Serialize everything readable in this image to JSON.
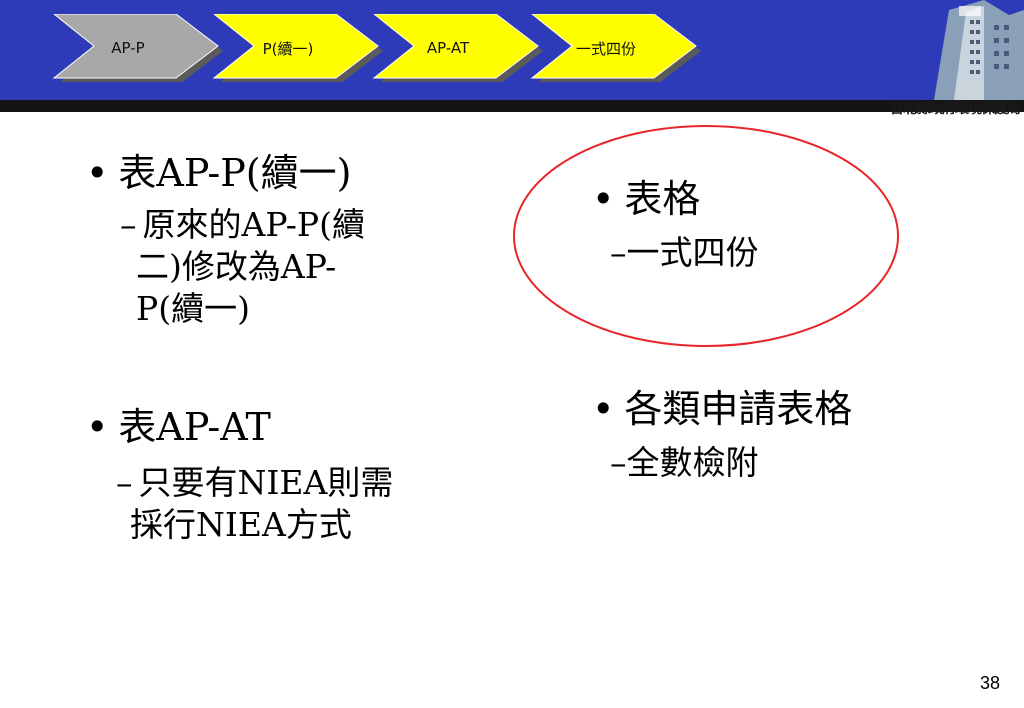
{
  "nav": {
    "tabs": [
      {
        "label": "AP-P",
        "fill": "#a8a8a8"
      },
      {
        "label": "P(續一)",
        "fill": "#ffff00"
      },
      {
        "label": "AP-AT",
        "fill": "#ffff00"
      },
      {
        "label": "一式四份",
        "fill": "#ffff00"
      }
    ]
  },
  "header": {
    "caption": "台北縣政府環境保護局",
    "bg_color": "#2e3bb8"
  },
  "left": {
    "item1": {
      "title": "表AP-P(續一)",
      "sub_line1": "原來的AP-P(續",
      "sub_line2": "二)修改為AP-",
      "sub_line3": "P(續一)"
    },
    "item2": {
      "title": "表AP-AT",
      "sub_line1": "只要有NIEA則需",
      "sub_line2": "採行NIEA方式"
    }
  },
  "right": {
    "item1": {
      "title": "表格",
      "sub": "一式四份"
    },
    "item2": {
      "title": "各類申請表格",
      "sub": "全數檢附"
    }
  },
  "highlight_color": "#e8252a",
  "page_number": "38"
}
